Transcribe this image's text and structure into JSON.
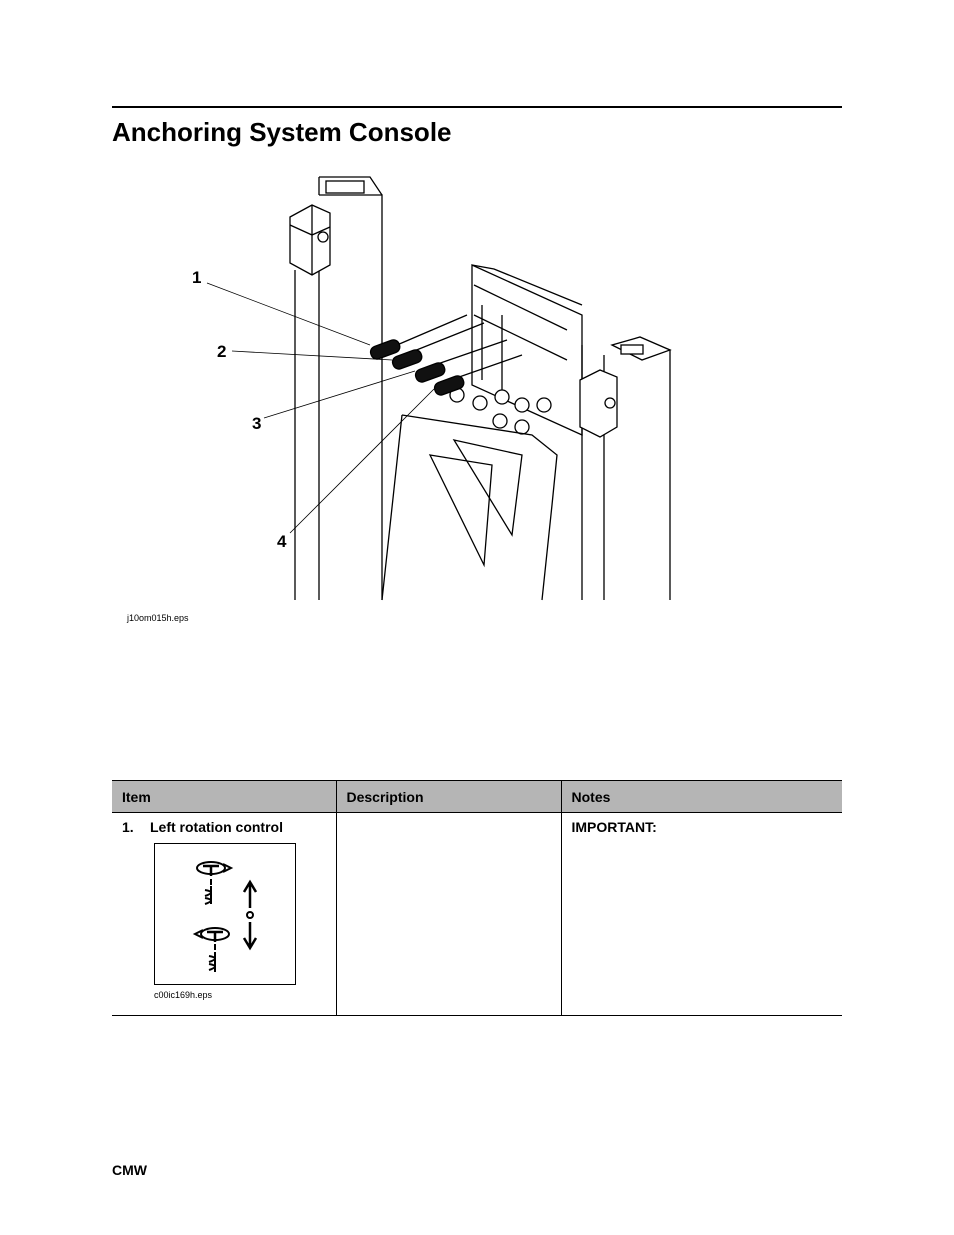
{
  "page": {
    "title": "Anchoring System Console",
    "footer": "CMW"
  },
  "figure": {
    "callouts": [
      "1",
      "2",
      "3",
      "4"
    ],
    "caption": "j10om015h.eps"
  },
  "table": {
    "headers": [
      "Item",
      "Description",
      "Notes"
    ],
    "rows": [
      {
        "number": "1.",
        "item": "Left rotation control",
        "icon": "left-rotation-control-icon",
        "icon_caption": "c00ic169h.eps",
        "description": "",
        "notes": "IMPORTANT:"
      }
    ]
  }
}
